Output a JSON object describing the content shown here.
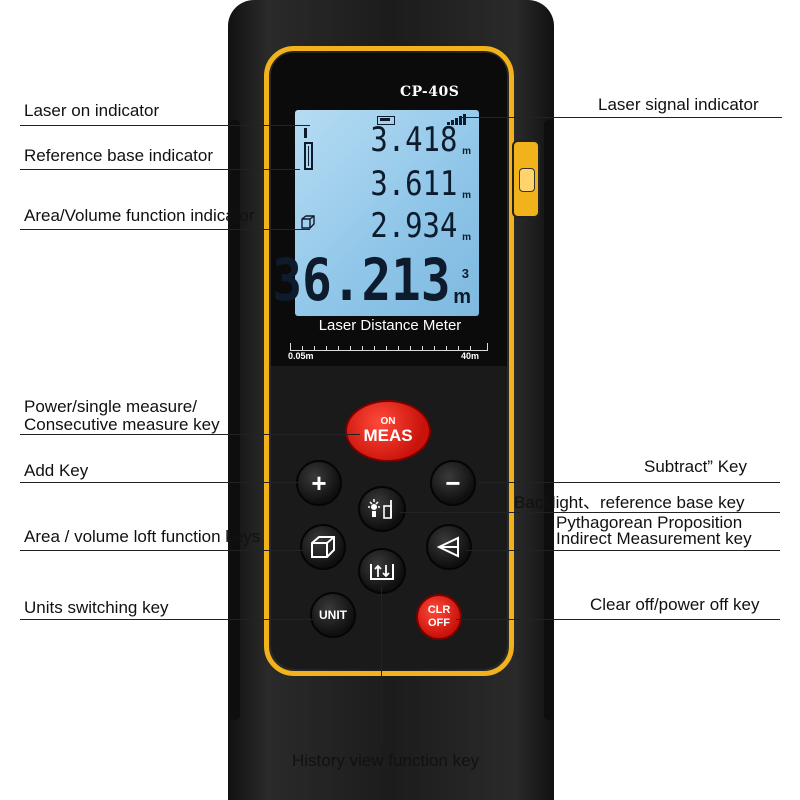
{
  "device": {
    "model": "CP-40S",
    "panel_title": "Laser Distance Meter",
    "range_min": "0.05m",
    "range_max": "40m"
  },
  "display": {
    "line1": "3.418",
    "line1_unit": "m",
    "line2": "3.611",
    "line2_unit": "m",
    "line3": "2.934",
    "line3_unit": "m",
    "main": "36.213",
    "main_exp": "3",
    "main_unit": "m"
  },
  "keys": {
    "meas_top": "ON",
    "meas_bottom": "MEAS",
    "add": "+",
    "subtract": "−",
    "unit": "UNIT",
    "clr_top": "CLR",
    "clr_bottom": "OFF"
  },
  "labels": {
    "laser_on": "Laser on indicator",
    "reference_base": "Reference base  indicator",
    "area_volume": "Area/Volume function indicator",
    "laser_signal": "Laser signal indicator",
    "power_line1": "Power/single measure/",
    "power_line2": "Consecutive measure key",
    "add_key": "Add Key",
    "subtract_key": "Subtract”  Key",
    "backlight": "Backlight、reference base key",
    "pythagorean_line1": "Pythagorean Proposition",
    "pythagorean_line2": "Indirect Measurement key",
    "area_loft": "Area / volume loft function keys",
    "units_switch": "Units switching key",
    "clear_off": "Clear off/power off key",
    "history": "History view function key"
  },
  "colors": {
    "frame": "#f2b21b",
    "lcd": "#9fd0ee",
    "red_key": "#d8160c"
  }
}
